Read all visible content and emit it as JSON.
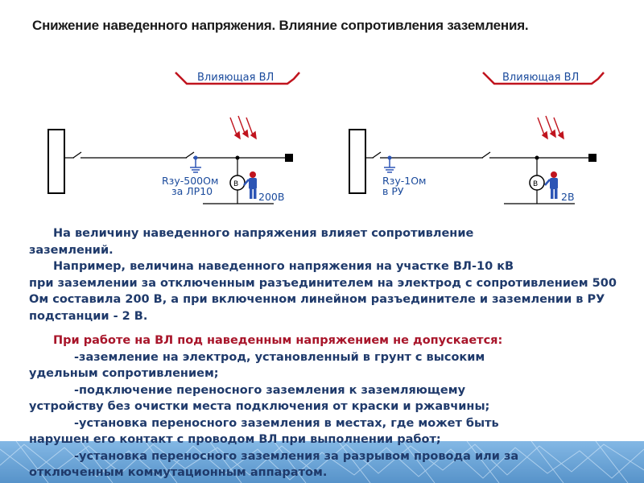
{
  "title": "Снижение наведенного напряжения. Влияние сопротивления заземления.",
  "diagram_left": {
    "line_label": "Влияющая ВЛ",
    "resistance_label": "Rзу-500Ом",
    "location_label": "за ЛР10",
    "voltage_label": "200В",
    "meter_label": "В"
  },
  "diagram_right": {
    "line_label": "Влияющая ВЛ",
    "resistance_label": "Rзу-1Ом",
    "location_label": "в РУ",
    "voltage_label": "2В",
    "meter_label": "В"
  },
  "paragraphs": {
    "p1": "На величину наведенного напряжения влияет сопротивление",
    "p1_cont": "заземлений.",
    "p2": "Например, величина наведенного напряжения на участке ВЛ-10 кВ",
    "p2_cont": "при заземлении за отключенным разъединителем на электрод  с сопротивлением 500 Ом составила 200 В, а при включенном линейном разъединителе и заземлении в РУ подстанции - 2 В."
  },
  "warning": {
    "heading": "При работе на ВЛ под наведенным напряжением не допускается:",
    "items": [
      {
        "first": "заземление на электрод, установленный в грунт с высоким",
        "rest": "удельным сопротивлением;"
      },
      {
        "first": "подключение переносного заземления к заземляющему",
        "rest": "устройству без очистки места подключения от краски и ржавчины;"
      },
      {
        "first": "установка переносного заземления в местах, где может быть",
        "rest": "нарушен его контакт с проводом ВЛ при выполнении работ;"
      },
      {
        "first": "установка переносного заземления за разрывом провода или за",
        "rest": "отключенным коммутационным аппаратом."
      }
    ]
  },
  "colors": {
    "text": "#1f3a6b",
    "warning": "#a8152a",
    "line_label": "#1a4a9c",
    "zigzag": "#c0141e",
    "ground": "#2d55b5",
    "band": "#1f6fb8"
  }
}
